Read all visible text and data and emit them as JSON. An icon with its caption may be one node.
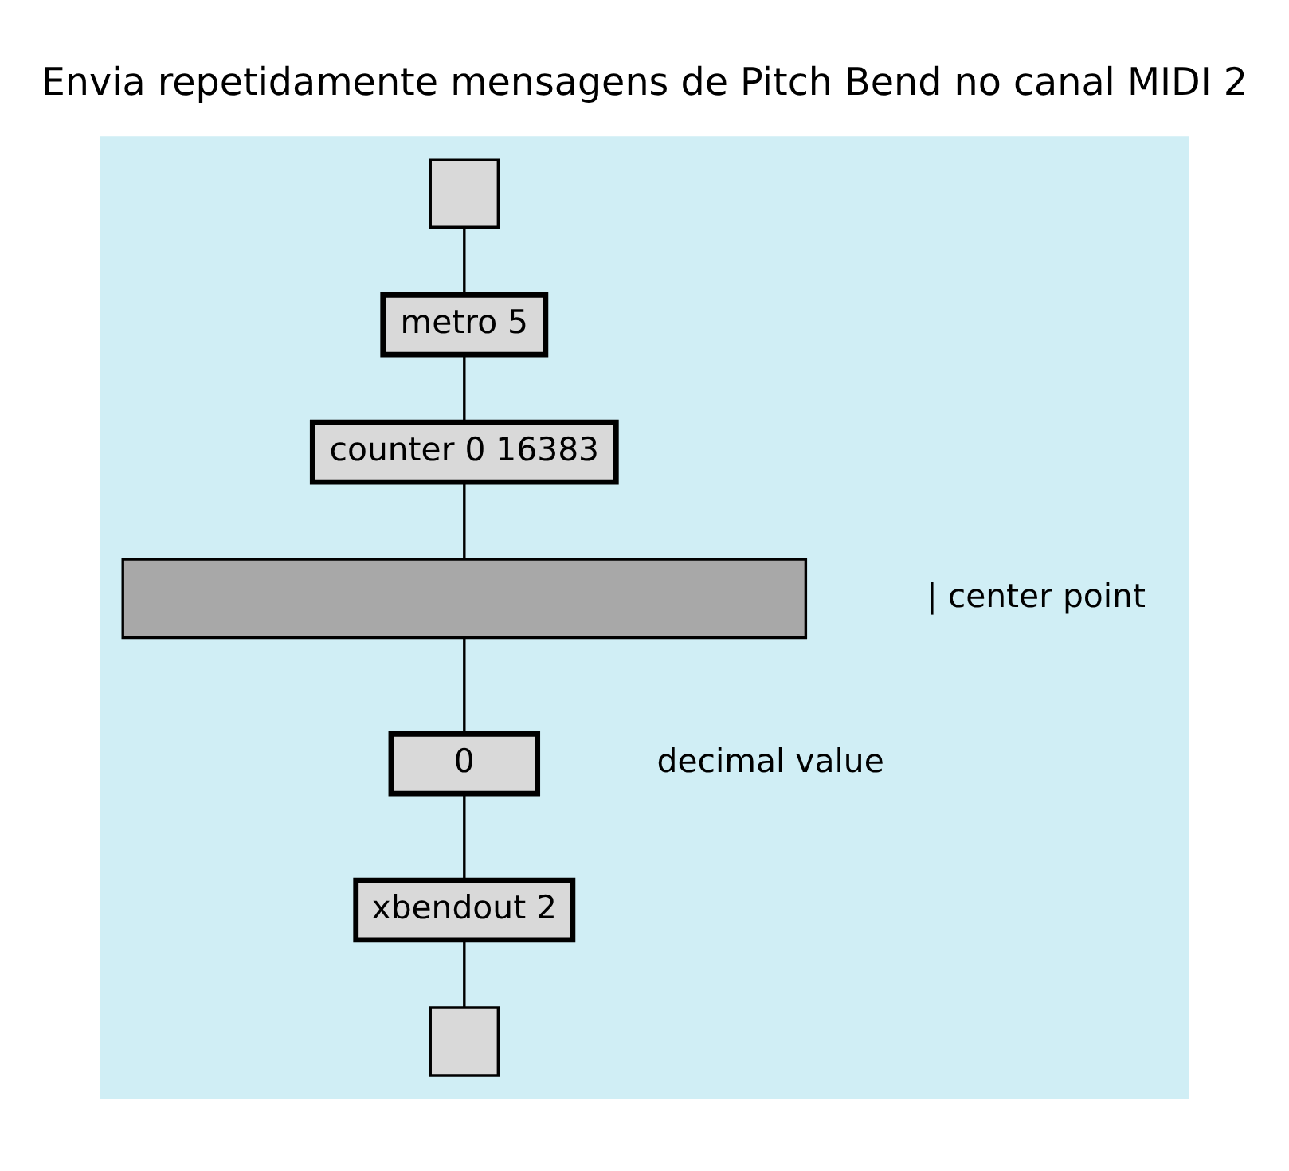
{
  "diagram": {
    "title": "Envia repetidamente mensagens de Pitch Bend no canal MIDI 2",
    "nodes": [
      {
        "text": [],
        "shape": "box"
      },
      {
        "text": [],
        "shape": "box",
        "in": 0
      },
      {
        "text": [
          "metro 5"
        ],
        "in": 0
      },
      {
        "text": [
          "counter 0 16383"
        ],
        "in": 0
      },
      {
        "text": [],
        "shape": "bar",
        "in": 0,
        "beside": [
          "| center point"
        ]
      },
      {
        "text": [
          "0"
        ],
        "in": 0,
        "beside": [
          "decimal value"
        ]
      },
      {
        "text": [
          "xbendout 2"
        ],
        "in": 0
      },
      {
        "text": [],
        "shape": "box",
        "in": 0
      }
    ],
    "edges": [
      {
        "from": 1,
        "to": 2,
        "arrow": "none"
      },
      {
        "from": 2,
        "to": 3,
        "arrow": "none"
      },
      {
        "from": 3,
        "to": 4,
        "arrow": "none"
      },
      {
        "from": 4,
        "to": 5,
        "arrow": "none"
      },
      {
        "from": 5,
        "to": 6,
        "arrow": "none"
      },
      {
        "from": 6,
        "to": 7,
        "arrow": "none"
      }
    ]
  }
}
